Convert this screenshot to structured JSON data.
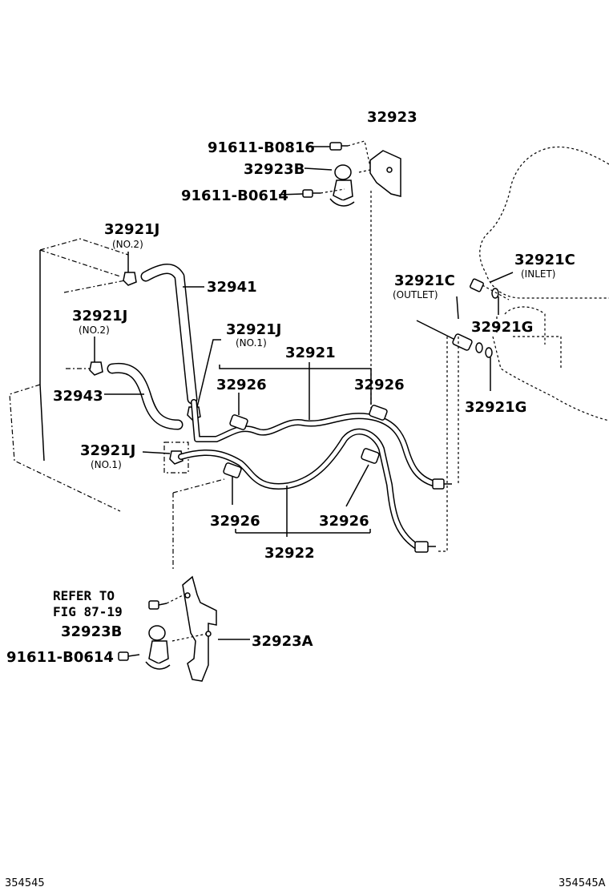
{
  "diagram": {
    "parts": {
      "p32923": "32923",
      "p91611_b0816": "91611-B0816",
      "p32923b_top": "32923B",
      "p91611_b0614_top": "91611-B0614",
      "p32921j_a": "32921J",
      "p32921j_a_sub": "(NO.2)",
      "p32941": "32941",
      "p32921j_b": "32921J",
      "p32921j_b_sub": "(NO.2)",
      "p32921j_c": "32921J",
      "p32921j_c_sub": "(NO.1)",
      "p32943": "32943",
      "p32921": "32921",
      "p32926_a": "32926",
      "p32926_b": "32926",
      "p32921j_d": "32921J",
      "p32921j_d_sub": "(NO.1)",
      "p32926_c": "32926",
      "p32926_d": "32926",
      "p32922": "32922",
      "p32921c_outlet": "32921C",
      "p32921c_outlet_sub": "(OUTLET)",
      "p32921c_inlet": "32921C",
      "p32921c_inlet_sub": "(INLET)",
      "p32921g_a": "32921G",
      "p32921g_b": "32921G",
      "refer_line1": "REFER TO",
      "refer_line2": "FIG 87-19",
      "p32923b_bottom": "32923B",
      "p91611_b0614_bottom": "91611-B0614",
      "p32923a": "32923A"
    },
    "footer": {
      "code_left": "354545",
      "code_right": "354545A"
    }
  }
}
